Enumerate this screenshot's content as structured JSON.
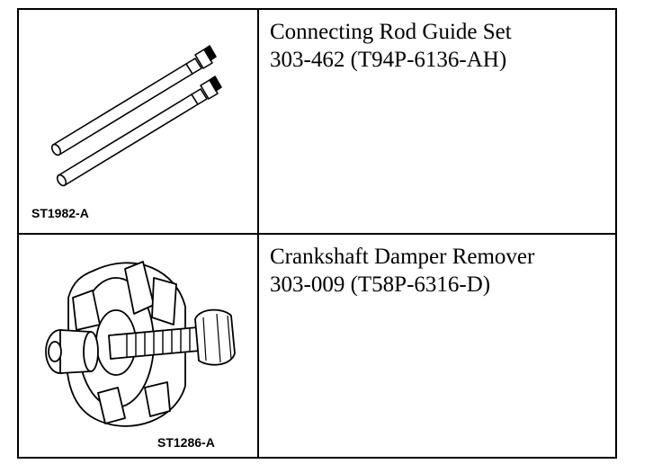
{
  "tools": [
    {
      "name": "Connecting Rod Guide Set",
      "number": "303-462 (T94P-6136-AH)",
      "illustration_code": "ST1982-A",
      "illustration": "connecting-rod-guides"
    },
    {
      "name": "Crankshaft Damper Remover",
      "number": "303-009 (T58P-6316-D)",
      "illustration_code": "ST1286-A",
      "illustration": "crankshaft-damper-remover"
    }
  ]
}
